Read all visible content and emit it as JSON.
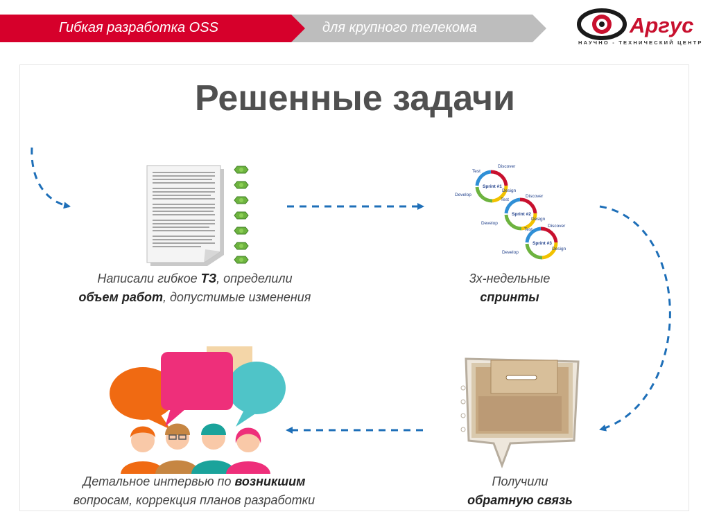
{
  "header": {
    "banner_left": "Гибкая разработка OSS",
    "banner_right": "для крупного телекома",
    "colors": {
      "banner_red": "#d6002b",
      "banner_gray": "#bdbdbd",
      "accent_blue": "#1e6fb8"
    }
  },
  "logo": {
    "name": "Аргус",
    "subtitle": "НАУЧНО - ТЕХНИЧЕСКИЙ ЦЕНТР",
    "icon": "eye-logo-icon"
  },
  "slide": {
    "title": "Решенные задачи"
  },
  "steps": {
    "spec": {
      "icon": "document-with-puzzle-icon",
      "l1_pre": "Написали гибкое ",
      "l1_bold": "ТЗ",
      "l1_post": ", определили",
      "l2_bold": "объем работ",
      "l2_post": ", допустимые изменения"
    },
    "sprints": {
      "icon": "sprint-cycle-icon",
      "l1": "3х-недельные",
      "l2_bold": "спринты",
      "cycle_labels": {
        "test": "Test",
        "discover": "Discover",
        "design": "Design",
        "develop": "Develop"
      },
      "sprint_labels": [
        "Sprint #1",
        "Sprint #2",
        "Sprint #3"
      ]
    },
    "feedback": {
      "icon": "feedback-box-icon",
      "l1": "Получили",
      "l2_bold": "обратную связь"
    },
    "interview": {
      "icon": "people-speech-bubbles-icon",
      "l1_pre": "Детальное интервью по ",
      "l1_bold": "возникшим",
      "l2": "вопросам, коррекция планов разработки"
    }
  }
}
